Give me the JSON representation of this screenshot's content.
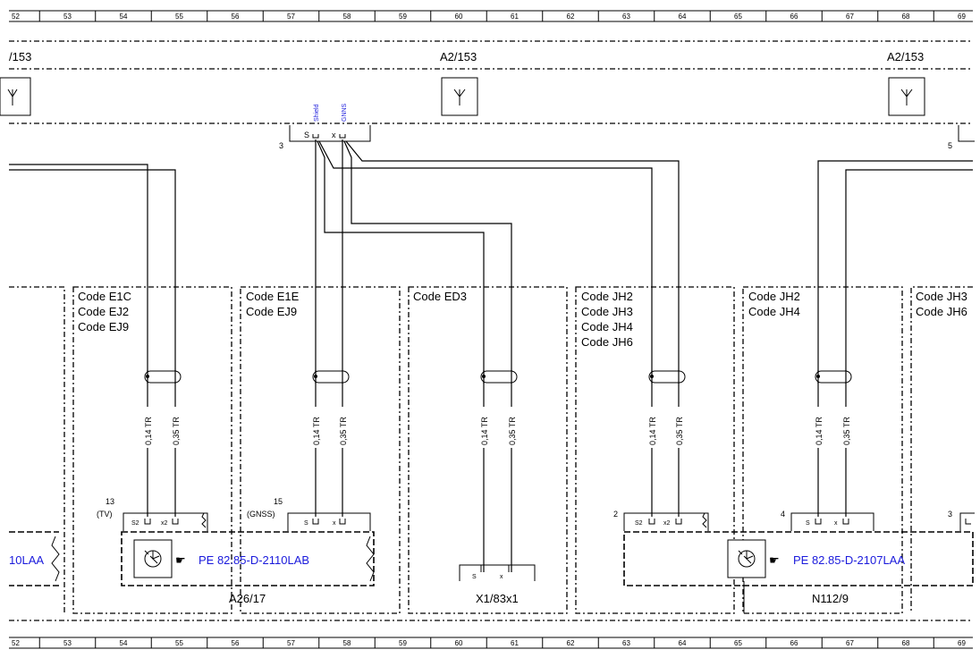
{
  "ruler": [
    "52",
    "53",
    "54",
    "55",
    "56",
    "57",
    "58",
    "59",
    "60",
    "61",
    "62",
    "63",
    "64",
    "65",
    "66",
    "67",
    "68",
    "69"
  ],
  "antennas": {
    "left_label": "/153",
    "center_label": "A2/153",
    "right_label": "A2/153"
  },
  "top_connector": {
    "pin_number": "3",
    "pin_s": "S",
    "pin_x": "x",
    "shield_label": "Shield",
    "gnss_label": "GNNS",
    "right_pin_number": "5"
  },
  "codes": {
    "box1": [
      "Code E1C",
      "Code EJ2",
      "Code EJ9"
    ],
    "box2": [
      "Code E1E",
      "Code EJ9"
    ],
    "box3": [
      "Code ED3"
    ],
    "box4": [
      "Code JH2",
      "Code JH3",
      "Code JH4",
      "Code JH6"
    ],
    "box5": [
      "Code JH2",
      "Code JH4"
    ],
    "box6": [
      "Code JH3",
      "Code JH6"
    ]
  },
  "wires": {
    "w014": "0,14 TR",
    "w035": "0,35 TR"
  },
  "connectors": {
    "c13": "13",
    "c13_note": "(TV)",
    "c15": "15",
    "c15_note": "(GNSS)",
    "c2": "2",
    "c4": "4",
    "c3": "3",
    "pin_s2": "S2",
    "pin_x2": "x2",
    "pin_s": "S",
    "pin_x": "x"
  },
  "components": {
    "left_ref": "10LAA",
    "a26_ref": "PE 82.85-D-2110LAB",
    "a26_name": "A26/17",
    "x1_name": "X1/83x1",
    "n112_ref": "PE 82.85-D-2107LAA",
    "n112_name": "N112/9"
  },
  "pointer_icon": "☛",
  "colors": {
    "link": "#1a1adc",
    "line": "#000000"
  }
}
